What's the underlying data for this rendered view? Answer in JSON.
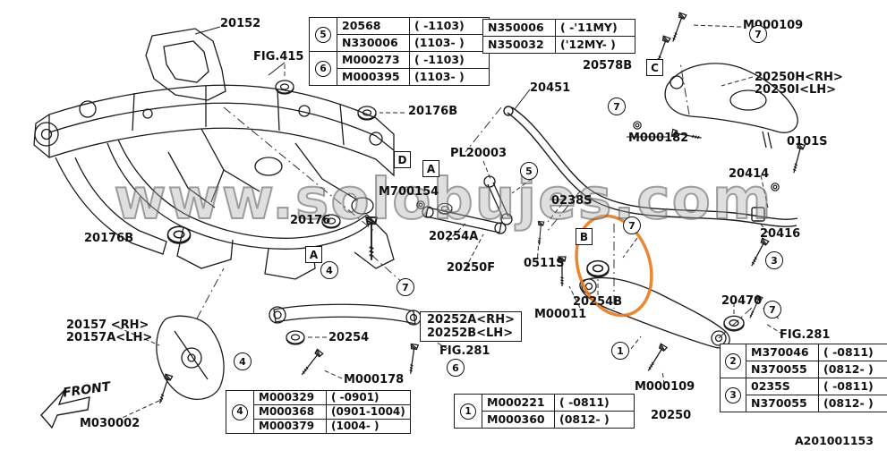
{
  "watermark": "www.solobujes.com",
  "doc_number": "A201001153",
  "front_label": "FRONT",
  "letters": {
    "a": "A",
    "b": "B",
    "c": "C",
    "d": "D"
  },
  "callouts": [
    "7",
    "7",
    "7",
    "7",
    "7",
    "5",
    "4",
    "4",
    "6",
    "1",
    "3"
  ],
  "labels": {
    "p20152": "20152",
    "fig415": "FIG.415",
    "p20176b_top": "20176B",
    "p20176b_left": "20176B",
    "p20451": "20451",
    "p20578b": "20578B",
    "m000109_top": "M000109",
    "p20250h": "20250H<RH>",
    "p20250i": "20250I<LH>",
    "m000182": "M000182",
    "p0101s": "0101S",
    "pl20003": "PL20003",
    "m700154": "M700154",
    "p0238s": "0238S",
    "p20176": "20176",
    "p20414": "20414",
    "p20416": "20416",
    "p20254a": "20254A",
    "p20250f": "20250F",
    "p0511s": "0511S",
    "p20254b": "20254B",
    "m00011": "M00011",
    "p20470": "20470",
    "fig281_right": "FIG.281",
    "m000109_bottom": "M000109",
    "p20250": "20250",
    "p20252a": "20252A<RH>",
    "p20252b": "20252B<LH>",
    "fig281_mid": "FIG.281",
    "p20254": "20254",
    "p20157": "20157 <RH>",
    "p20157a": "20157A<LH>",
    "m030002": "M030002",
    "m000178": "M000178"
  },
  "tables": {
    "bolt_5_6": {
      "rows": [
        {
          "num": "5",
          "part": "20568",
          "range": "( -1103)"
        },
        {
          "part": "N330006",
          "range": "(1103- )"
        },
        {
          "num": "6",
          "part": "M000273",
          "range": "( -1103)"
        },
        {
          "part": "M000395",
          "range": "(1103- )"
        }
      ]
    },
    "n350": {
      "rows": [
        {
          "part": "N350006",
          "range": "( -'11MY)"
        },
        {
          "part": "N350032",
          "range": "('12MY- )"
        }
      ]
    },
    "right_2_3": {
      "rows": [
        {
          "num": "2",
          "part": "M370046",
          "range": "( -0811)"
        },
        {
          "part": "N370055",
          "range": "(0812- )"
        },
        {
          "num": "3",
          "part": "0235S",
          "range": "( -0811)"
        },
        {
          "part": "N370055",
          "range": "(0812- )"
        }
      ]
    },
    "bottom_1": {
      "rows": [
        {
          "num": "1",
          "part": "M000221",
          "range": "( -0811)"
        },
        {
          "part": "M000360",
          "range": "(0812- )"
        }
      ]
    },
    "bottom_4": {
      "rows": [
        {
          "num": "4",
          "part": "M000329",
          "range": "( -0901)"
        },
        {
          "part": "M000368",
          "range": "(0901-1004)"
        },
        {
          "part": "M000379",
          "range": "(1004- )"
        }
      ]
    }
  }
}
